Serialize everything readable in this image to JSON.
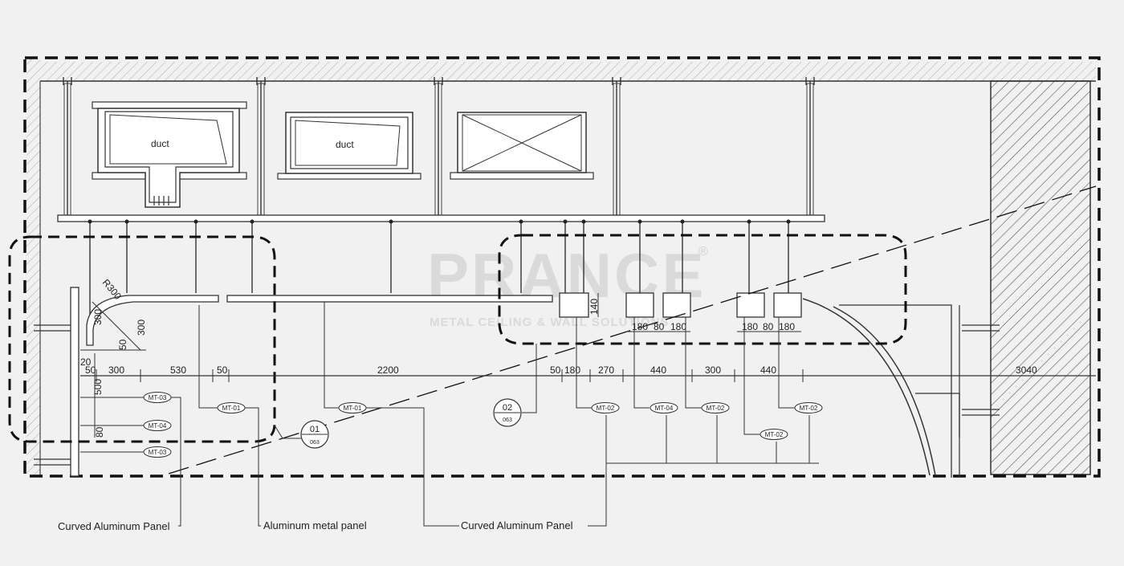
{
  "labels": {
    "duct_1": "duct",
    "duct_2": "duct",
    "curved_panel_left": "Curved Aluminum Panel",
    "metal_panel": "Aluminum metal panel",
    "curved_panel_center": "Curved Aluminum Panel"
  },
  "tags": {
    "mt01_a": "MT-01",
    "mt01_b": "MT-01",
    "mt03_a": "MT-03",
    "mt04_a": "MT-04",
    "mt03_b": "MT-03",
    "mt02_a": "MT-02",
    "mt04_b": "MT-04",
    "mt02_b": "MT-02",
    "mt02_c": "MT-02",
    "mt02_d": "MT-02"
  },
  "section_markers": {
    "s1": {
      "number": "01",
      "sheet": "063"
    },
    "s2": {
      "number": "02",
      "sheet": "063"
    }
  },
  "dimensions": {
    "bottom_row": [
      "50",
      "300",
      "530",
      "50",
      "2200",
      "50",
      "180",
      "270",
      "440",
      "300",
      "440",
      "3040"
    ],
    "left_vertical": [
      "20",
      "500",
      "80"
    ],
    "curve_left": [
      "R300",
      "300",
      "300",
      "50"
    ],
    "box_height": "140",
    "box_group_1": [
      "180",
      "80",
      "180"
    ],
    "box_group_2": [
      "180",
      "80",
      "180"
    ]
  },
  "watermark": {
    "brand": "PRANCE",
    "registered": "®",
    "tagline": "METAL CEILING & WALL SOLUTIONS"
  }
}
